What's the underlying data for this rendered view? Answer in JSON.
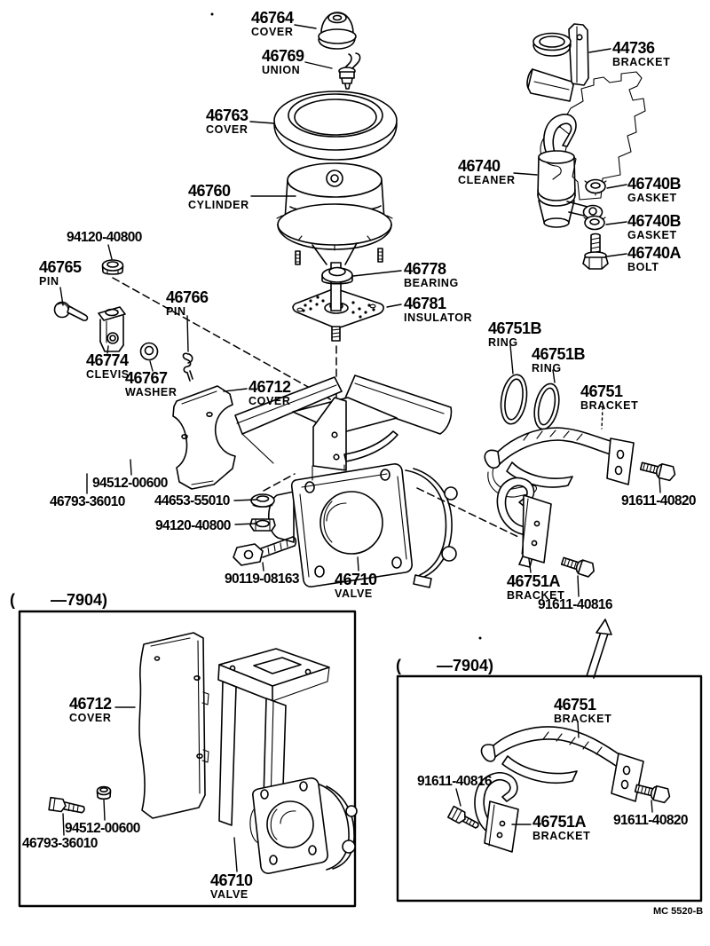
{
  "page": {
    "footer_code": "MC 5520-B"
  },
  "parts": {
    "cover_46764": {
      "number": "46764",
      "name": "COVER"
    },
    "union_46769": {
      "number": "46769",
      "name": "UNION"
    },
    "cover_46763": {
      "number": "46763",
      "name": "COVER"
    },
    "cylinder_46760": {
      "number": "46760",
      "name": "CYLINDER"
    },
    "bracket_44736": {
      "number": "44736",
      "name": "BRACKET"
    },
    "cleaner_46740": {
      "number": "46740",
      "name": "CLEANER"
    },
    "gasket_46740b_upper": {
      "number": "46740B",
      "name": "GASKET"
    },
    "gasket_46740b_lower": {
      "number": "46740B",
      "name": "GASKET"
    },
    "bolt_46740a": {
      "number": "46740A",
      "name": "BOLT"
    },
    "nut_94120_top": {
      "number": "94120-40800"
    },
    "pin_46765": {
      "number": "46765",
      "name": "PIN"
    },
    "pin_46766": {
      "number": "46766",
      "name": "PIN"
    },
    "clevis_46774": {
      "number": "46774",
      "name": "CLEVIS"
    },
    "washer_46767": {
      "number": "46767",
      "name": "WASHER"
    },
    "bearing_46778": {
      "number": "46778",
      "name": "BEARING"
    },
    "insulator_46781": {
      "number": "46781",
      "name": "INSULATOR"
    },
    "ring_46751b_left": {
      "number": "46751B",
      "name": "RING"
    },
    "ring_46751b_right": {
      "number": "46751B",
      "name": "RING"
    },
    "bracket_46751": {
      "number": "46751",
      "name": "BRACKET"
    },
    "bolt_91611_40820": {
      "number": "91611-40820"
    },
    "cover_46712": {
      "number": "46712",
      "name": "COVER"
    },
    "nut_94512": {
      "number": "94512-00600"
    },
    "bolt_46793": {
      "number": "46793-36010"
    },
    "washer_44653": {
      "number": "44653-55010"
    },
    "nut_94120_mid": {
      "number": "94120-40800"
    },
    "bolt_90119": {
      "number": "90119-08163"
    },
    "valve_46710": {
      "number": "46710",
      "name": "VALVE"
    },
    "bracket_46751a": {
      "number": "46751A",
      "name": "BRACKET"
    },
    "bolt_91611_40816": {
      "number": "91611-40816"
    }
  },
  "inset_left": {
    "caption": "(        —7904)",
    "parts": {
      "cover_46712": {
        "number": "46712",
        "name": "COVER"
      },
      "nut_94512": {
        "number": "94512-00600"
      },
      "bolt_46793": {
        "number": "46793-36010"
      },
      "valve_46710": {
        "number": "46710",
        "name": "VALVE"
      }
    }
  },
  "inset_right": {
    "caption": "(        —7904)",
    "parts": {
      "bracket_46751": {
        "number": "46751",
        "name": "BRACKET"
      },
      "bolt_91611_40816": {
        "number": "91611-40816"
      },
      "bracket_46751a": {
        "number": "46751A",
        "name": "BRACKET"
      },
      "bolt_91611_40820": {
        "number": "91611-40820"
      }
    }
  }
}
